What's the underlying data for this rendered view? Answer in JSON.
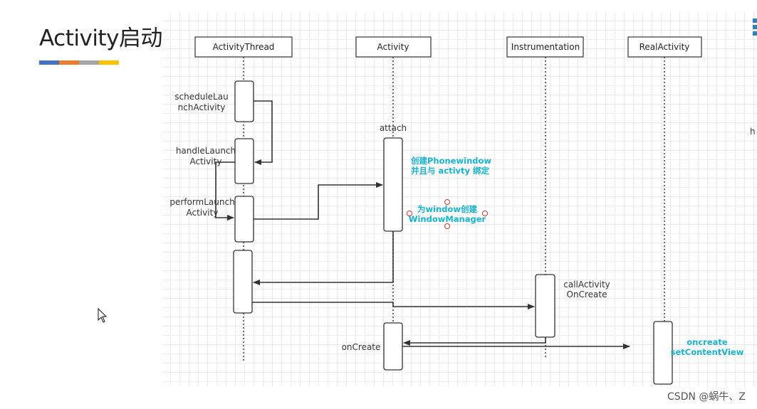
{
  "slide": {
    "title": "Activity启动",
    "accent_colors": [
      "#4472c4",
      "#ed7d31",
      "#a5a5a5",
      "#ffc000"
    ]
  },
  "participants": {
    "activity_thread": "ActivityThread",
    "activity": "Activity",
    "instrumentation": "Instrumentation",
    "real_activity": "RealActivity"
  },
  "labels": {
    "schedule_launch_1": "scheduleLau",
    "schedule_launch_2": "nchActivity",
    "handle_launch_1": "handleLaunch",
    "handle_launch_2": "Activity",
    "perform_launch_1": "performLaunch",
    "perform_launch_2": "Activity",
    "attach": "attach",
    "call_activity_1": "callActivity",
    "call_activity_2": "OnCreate",
    "on_create": "onCreate"
  },
  "notes": {
    "phonewindow_1": "创建Phonewindow",
    "phonewindow_2": "并且与 activty 绑定",
    "window_manager_1": "为window创建",
    "window_manager_2": "WindowManager",
    "oncreate_1": "oncreate",
    "oncreate_2": "setContentView"
  },
  "edge_text": "h",
  "watermark": "CSDN @蜗牛、Z",
  "colors": {
    "note_text": "#17b3d1",
    "selection_handle": "#c0392b"
  }
}
